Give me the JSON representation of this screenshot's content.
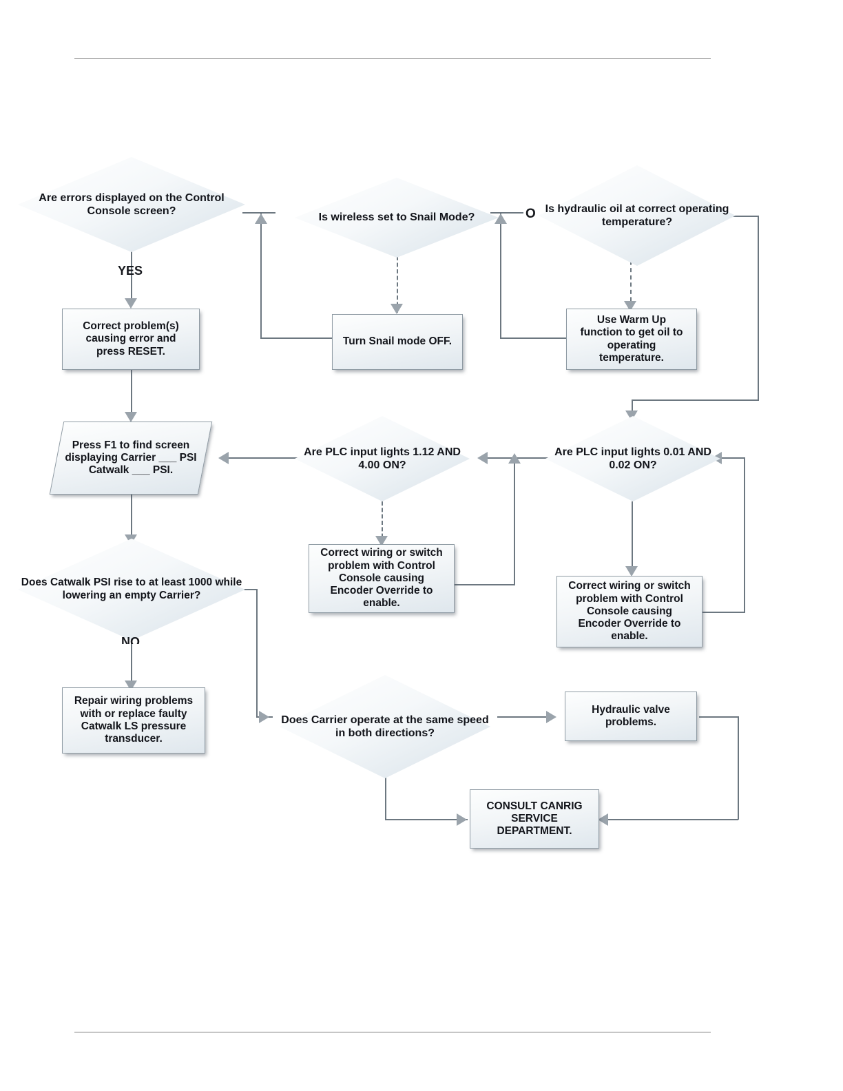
{
  "document": {
    "type": "troubleshooting-flowchart",
    "has_header_rule": true,
    "has_footer_rule": true
  },
  "nodes": {
    "errors_displayed": {
      "shape": "decision",
      "text": "Are errors\ndisplayed on the\nControl Console\nscreen?"
    },
    "wireless_snail": {
      "shape": "decision",
      "text": "Is wireless set to\nSnail Mode?"
    },
    "hydraulic_oil_temp": {
      "shape": "decision",
      "text": "Is hydraulic oil at\ncorrect operating\ntemperature?"
    },
    "correct_problems_reset": {
      "shape": "process",
      "text": "Correct problem(s)\ncausing error and\npress RESET."
    },
    "turn_snail_off": {
      "shape": "process",
      "text": "Turn Snail mode OFF."
    },
    "use_warm_up": {
      "shape": "process",
      "text": "Use Warm Up\nfunction to get oil to\noperating\ntemperature."
    },
    "press_f1": {
      "shape": "data",
      "text": "Press F1 to find\nscreen displaying\nCarrier ___ PSI\nCatwalk ___ PSI."
    },
    "plc_112_400": {
      "shape": "decision",
      "text": "Are PLC input\nlights 1.12\nAND 4.00 ON?"
    },
    "plc_001_002": {
      "shape": "decision",
      "text": "Are PLC input\nlights 0.01\nAND 0.02 ON?"
    },
    "catwalk_psi_1000": {
      "shape": "decision",
      "text": "Does Catwalk PSI\nrise to at least 1000\nwhile lowering an\nempty Carrier?"
    },
    "correct_wiring_center": {
      "shape": "process",
      "text": "Correct wiring or switch\nproblem with Control\nConsole causing\nEncoder Override to\nenable."
    },
    "correct_wiring_right": {
      "shape": "process",
      "text": "Correct wiring or switch\nproblem with Control\nConsole causing\nEncoder Override to\nenable."
    },
    "repair_transducer": {
      "shape": "process",
      "text": "Repair wiring problems\nwith or replace faulty\nCatwalk LS pressure\ntransducer."
    },
    "carrier_same_speed": {
      "shape": "decision",
      "text": "Does Carrier\noperate at the\nsame speed in\nboth directions?"
    },
    "hydraulic_valve": {
      "shape": "process",
      "text": "Hydraulic valve\nproblems."
    },
    "consult_canrig": {
      "shape": "process",
      "text": "CONSULT CANRIG\nSERVICE\nDEPARTMENT."
    }
  },
  "edge_labels": {
    "errors_yes": "YES",
    "hydraulic_branch": "O",
    "catwalk_no": "NO"
  },
  "colors": {
    "node_fill_light": "#ffffff",
    "node_fill_dark": "#dfe7ed",
    "node_border": "#8e9aa3",
    "connector": "#6c7780",
    "arrowhead": "#9aa3ab",
    "text": "#12141a",
    "rule": "#7d7d7d"
  }
}
